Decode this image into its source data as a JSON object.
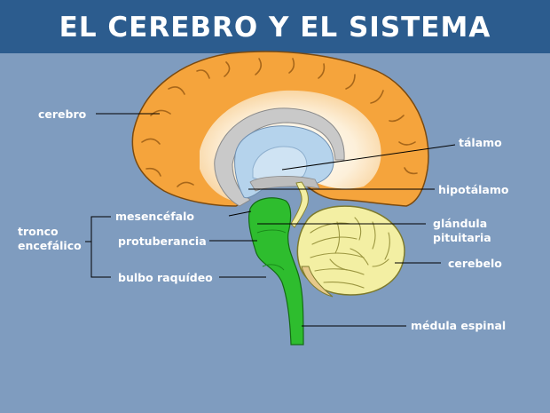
{
  "title": "EL CEREBRO Y EL SISTEMA NERVIOSO",
  "labels": {
    "cerebro": "cerebro",
    "talamo": "tálamo",
    "hipotalamo": "hipotálamo",
    "mesencefalo": "mesencéfalo",
    "glandula_line1": "glándula",
    "glandula_line2": "pituitaria",
    "tronco_line1": "tronco",
    "tronco_line2": "encefálico",
    "protuberancia": "protuberancia",
    "cerebelo": "cerebelo",
    "bulbo": "bulbo raquídeo",
    "medula": "médula espinal"
  },
  "colors": {
    "background": "#7f9cbf",
    "title_bar": "#2c5c8e",
    "cerebrum": "#f5a43c",
    "white_matter": "#fbe9cf",
    "thalamus": "#b5d3ec",
    "brainstem": "#2ebd2e",
    "cerebellum": "#f3efa3",
    "lines": "#000000",
    "text": "#ffffff"
  }
}
